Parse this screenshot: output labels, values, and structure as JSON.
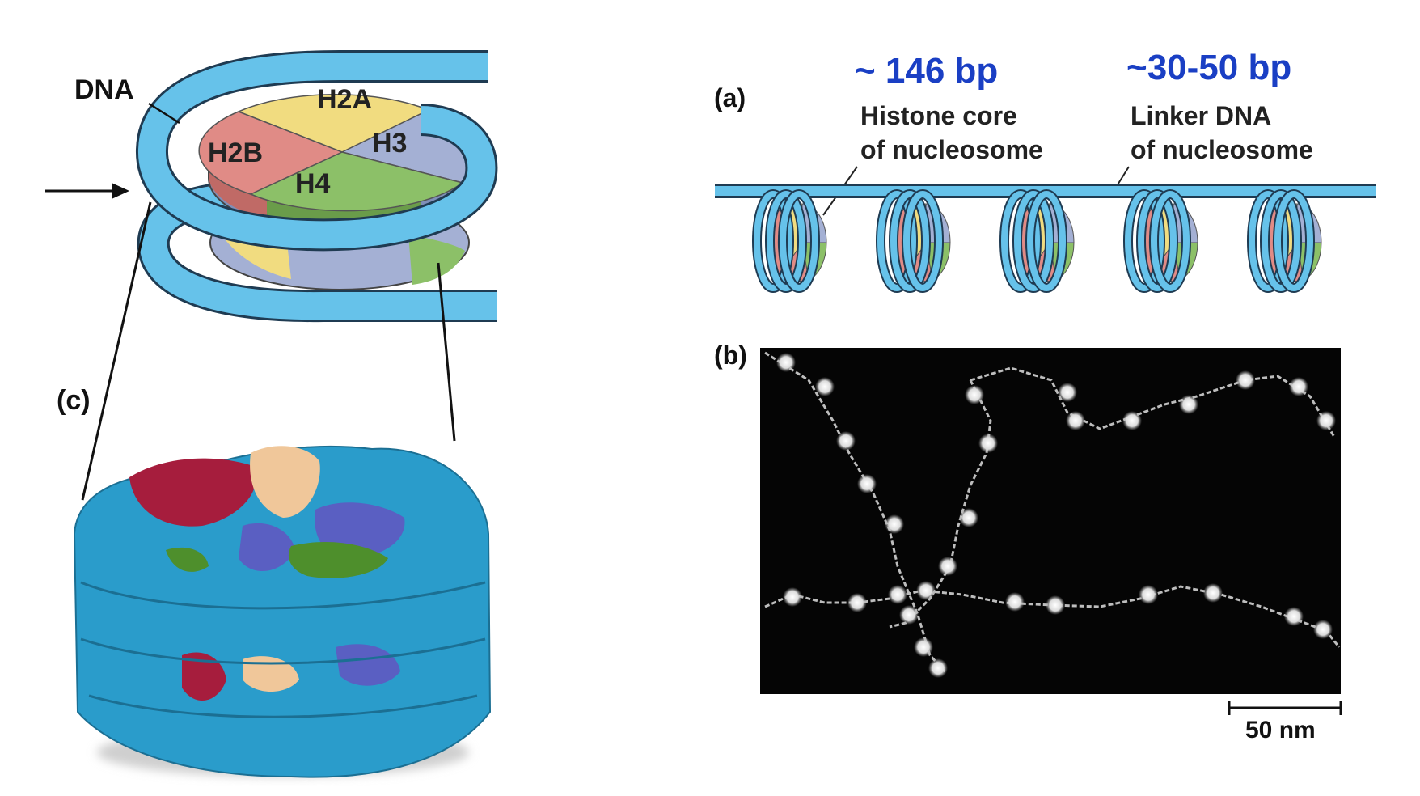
{
  "left_panel": {
    "dna_label": "DNA",
    "histones": [
      "H2A",
      "H3",
      "H2B",
      "H4"
    ],
    "panel_c_label": "(c)"
  },
  "panel_a": {
    "label": "(a)",
    "core_length": "~ 146 bp",
    "linker_length": "~30-50 bp",
    "core_caption_line1": "Histone core",
    "core_caption_line2": "of nucleosome",
    "linker_caption_line1": "Linker DNA",
    "linker_caption_line2": "of nucleosome",
    "nucleosome_count": 5
  },
  "panel_b": {
    "label": "(b)",
    "scale_bar": "50 nm"
  },
  "colors": {
    "dna": "#66c2ea",
    "dna_outline": "#1f3b52",
    "h2a": "#f1dc80",
    "h3": "#a4b0d4",
    "h2b": "#e08b86",
    "h4": "#8cc068",
    "blue_text": "#1a3fc4",
    "surface_dna": "#2a9ccb",
    "surface_red": "#a61d3d",
    "surface_tan": "#f0c79a",
    "surface_purple": "#5a5fc2",
    "surface_green": "#4e8f2c"
  }
}
